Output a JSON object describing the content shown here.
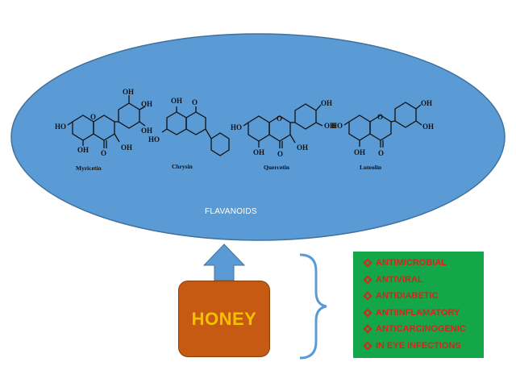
{
  "diagram": {
    "ellipse_label": "FLAVANOIDS",
    "source_label": "HONEY",
    "molecules": [
      {
        "name": "Myricetin"
      },
      {
        "name": "Chrysin"
      },
      {
        "name": "Quercetin"
      },
      {
        "name": "Luteolin"
      }
    ],
    "atom_labels": {
      "ho": "HO",
      "oh": "OH",
      "o": "O"
    },
    "properties": [
      "ANTIMICROBIAL",
      "ANTIVIRAL",
      "ANTIDIABETIC",
      "ANTIINFLAMATORY",
      "ANTICARCINOGENIC",
      "IN EYE INFECTIONS"
    ],
    "colors": {
      "ellipse_fill": "#5b9bd5",
      "ellipse_stroke": "#41719c",
      "arrow": "#5b9bd5",
      "brace": "#5b9bd5",
      "honey_box": "#c65a13",
      "honey_text": "#f2c200",
      "props_box": "#13a74a",
      "props_text": "#d8231b"
    }
  }
}
